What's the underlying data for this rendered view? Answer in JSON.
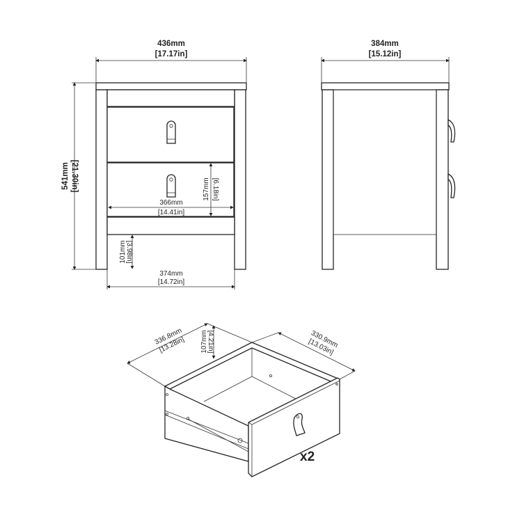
{
  "front_view": {
    "width": {
      "mm": "436mm",
      "in": "17.17in"
    },
    "height": {
      "mm": "541mm",
      "in": "21.30in"
    },
    "drawer_width": {
      "mm": "366mm",
      "in": "14.41in"
    },
    "drawer_height": {
      "mm": "157mm",
      "in": "6.18in"
    },
    "base_clearance": {
      "mm": "101mm",
      "in": "3.98in"
    },
    "inner_width": {
      "mm": "374mm",
      "in": "14.72in"
    }
  },
  "side_view": {
    "depth": {
      "mm": "384mm",
      "in": "15.12in"
    }
  },
  "drawer_view": {
    "width": {
      "mm": "336.8mm",
      "in": "13.28in"
    },
    "height": {
      "mm": "107mm",
      "in": "4.21in"
    },
    "depth": {
      "mm": "330.9mm",
      "in": "13.03in"
    },
    "quantity": "x2"
  },
  "colors": {
    "line": "#222222",
    "background": "#ffffff"
  }
}
